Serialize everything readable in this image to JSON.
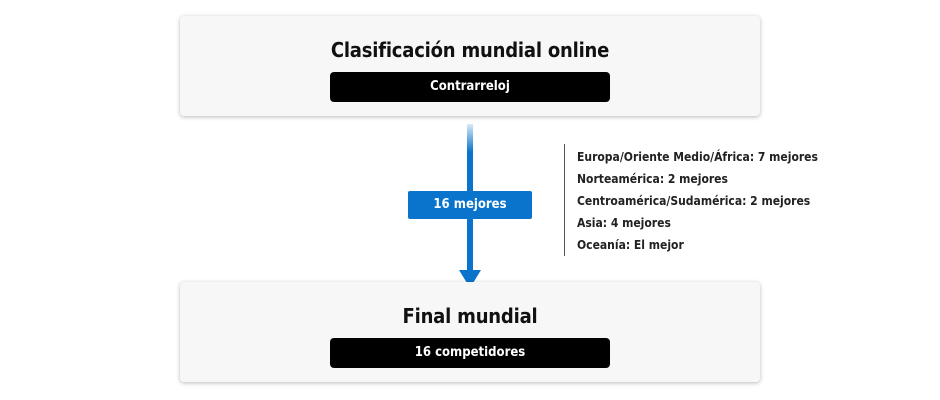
{
  "qualifier": {
    "title": "Clasificación mundial online",
    "format": "Contrarreloj"
  },
  "advance": {
    "label": "16 mejores"
  },
  "regions": [
    "Europa/Oriente Medio/África: 7 mejores",
    "Norteamérica: 2 mejores",
    "Centroamérica/Sudamérica: 2 mejores",
    "Asia: 4 mejores",
    "Oceanía: El mejor"
  ],
  "final": {
    "title": "Final mundial",
    "participants": "16 competidores"
  },
  "colors": {
    "accent": "#0a74cc",
    "pill": "#000000",
    "card": "#f7f7f7"
  }
}
